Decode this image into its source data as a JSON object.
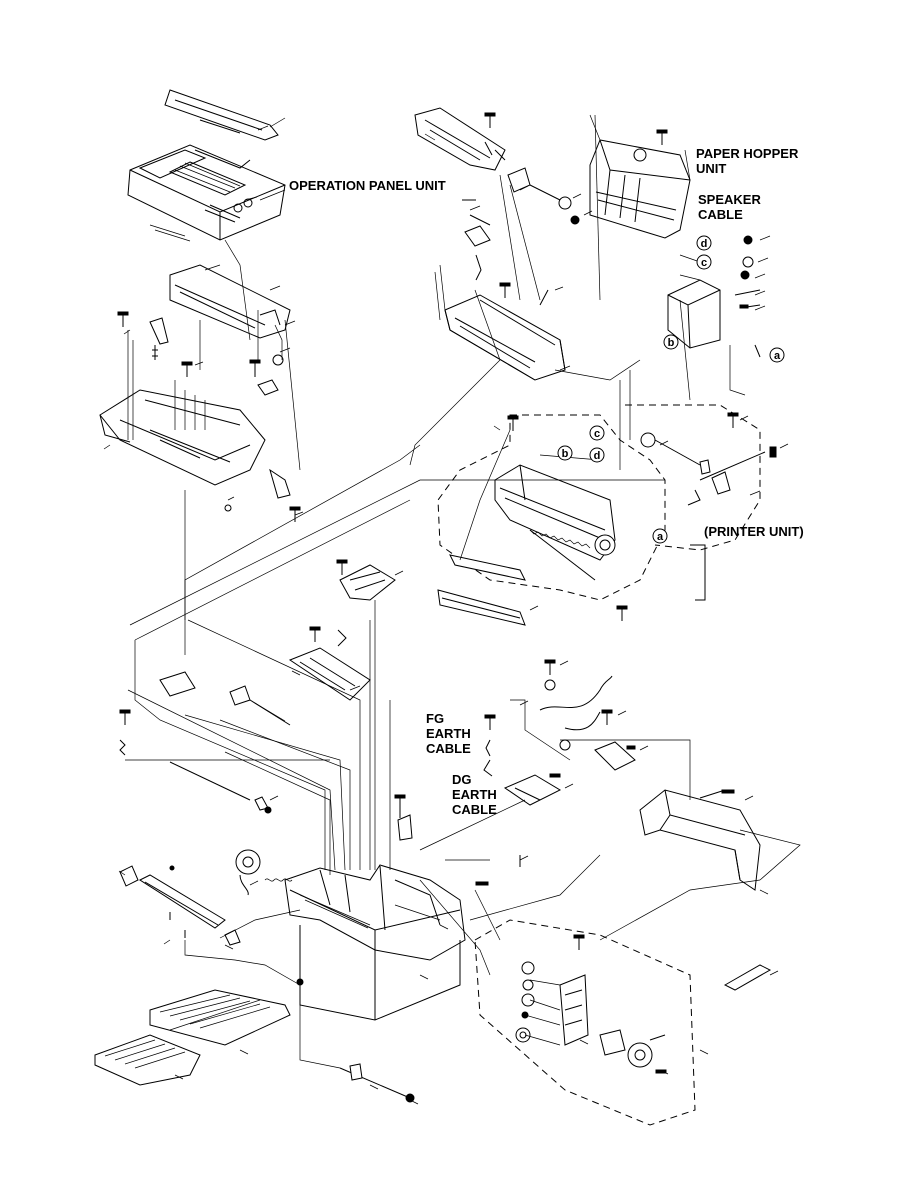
{
  "labels": {
    "operation_panel_unit": "OPERATION PANEL UNIT",
    "paper_hopper_unit_line1": "PAPER HOPPER",
    "paper_hopper_unit_line2": "UNIT",
    "speaker_cable_line1": "SPEAKER",
    "speaker_cable_line2": "CABLE",
    "printer_unit": "(PRINTER UNIT)",
    "fg_earth_cable_line1": "FG",
    "fg_earth_cable_line2": "EARTH",
    "fg_earth_cable_line3": "CABLE",
    "dg_earth_cable_line1": "DG",
    "dg_earth_cable_line2": "EARTH",
    "dg_earth_cable_line3": "CABLE"
  },
  "callouts": [
    "a",
    "b",
    "c",
    "d",
    "b",
    "c",
    "d",
    "a"
  ]
}
